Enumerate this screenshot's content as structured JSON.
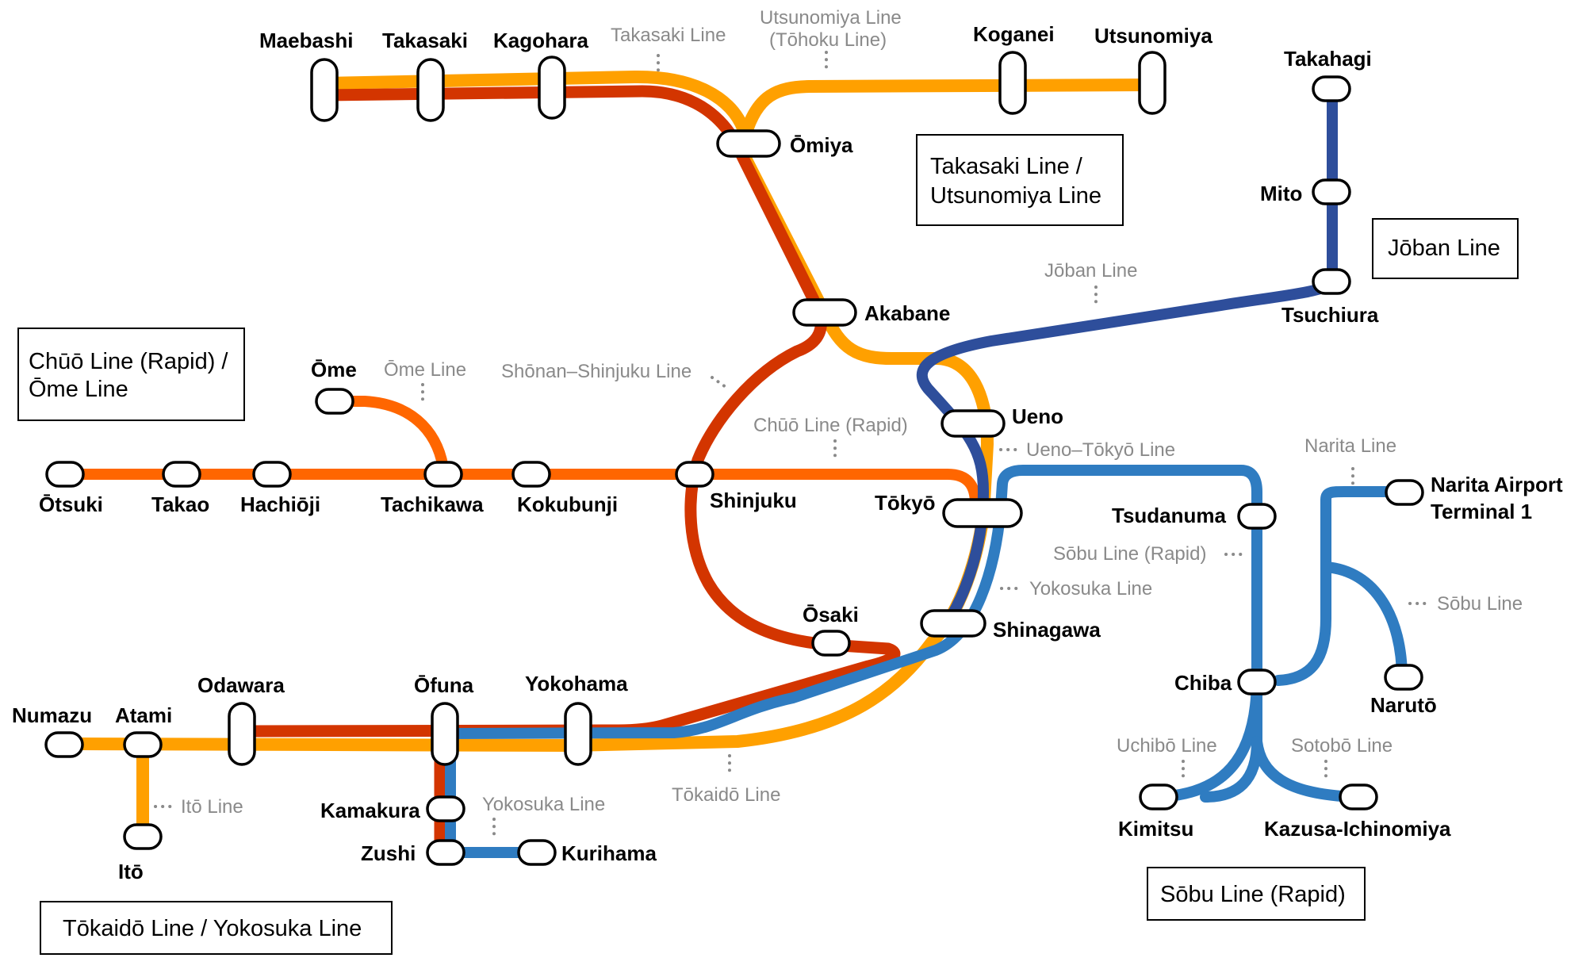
{
  "colors": {
    "takasaki_utsunomiya_outer": "#ffa000",
    "takasaki_utsunomiya_inner": "#d33500",
    "chuo_rapid": "#ff6600",
    "shonan_shinjuku": "#d33500",
    "joban": "#2e4e9b",
    "sobu_rapid": "#2f7cc1",
    "yokosuka": "#2f7cc1",
    "tokaido": "#ffa000",
    "background": "#ffffff"
  },
  "legend_boxes": {
    "takasaki_utsunomiya": [
      "Takasaki Line /",
      "Utsunomiya Line"
    ],
    "joban": "Jōban Line",
    "chuo_ome": [
      "Chūō Line (Rapid) /",
      "Ōme Line"
    ],
    "tokaido_yokosuka": "Tōkaidō Line / Yokosuka Line",
    "sobu_rapid": "Sōbu Line (Rapid)"
  },
  "line_labels": {
    "takasaki": "Takasaki Line",
    "utsunomiya": [
      "Utsunomiya Line",
      "(Tōhoku Line)"
    ],
    "joban": "Jōban Line",
    "ome": "Ōme Line",
    "shonan_shinjuku": "Shōnan–Shinjuku Line",
    "chuo_rapid": "Chūō Line (Rapid)",
    "ueno_tokyo": "Ueno–Tōkyō Line",
    "narita": "Narita Line",
    "sobu_rapid": "Sōbu Line (Rapid)",
    "yokosuka_upper": "Yokosuka Line",
    "sobu": "Sōbu Line",
    "uchibo": "Uchibō Line",
    "sotobo": "Sotobō Line",
    "ito": "Itō Line",
    "yokosuka_lower": "Yokosuka Line",
    "tokaido": "Tōkaidō Line"
  },
  "stations": {
    "maebashi": "Maebashi",
    "takasaki": "Takasaki",
    "kagohara": "Kagohara",
    "koganei": "Koganei",
    "utsunomiya": "Utsunomiya",
    "omiya": "Ōmiya",
    "takahagi": "Takahagi",
    "mito": "Mito",
    "tsuchiura": "Tsuchiura",
    "akabane": "Akabane",
    "ome": "Ōme",
    "otsuki": "Ōtsuki",
    "takao": "Takao",
    "hachioji": "Hachiōji",
    "tachikawa": "Tachikawa",
    "kokubunji": "Kokubunji",
    "shinjuku": "Shinjuku",
    "ueno": "Ueno",
    "tokyo": "Tōkyō",
    "tsudanuma": "Tsudanuma",
    "narita_airport": [
      "Narita Airport",
      "Terminal 1"
    ],
    "osaki": "Ōsaki",
    "shinagawa": "Shinagawa",
    "chiba": "Chiba",
    "naruto": "Narutō",
    "numazu": "Numazu",
    "atami": "Atami",
    "odawara": "Odawara",
    "ofuna": "Ōfuna",
    "yokohama": "Yokohama",
    "kamakura": "Kamakura",
    "zushi": "Zushi",
    "kurihama": "Kurihama",
    "ito": "Itō",
    "kimitsu": "Kimitsu",
    "kazusa_ichinomiya": "Kazusa-Ichinomiya"
  }
}
